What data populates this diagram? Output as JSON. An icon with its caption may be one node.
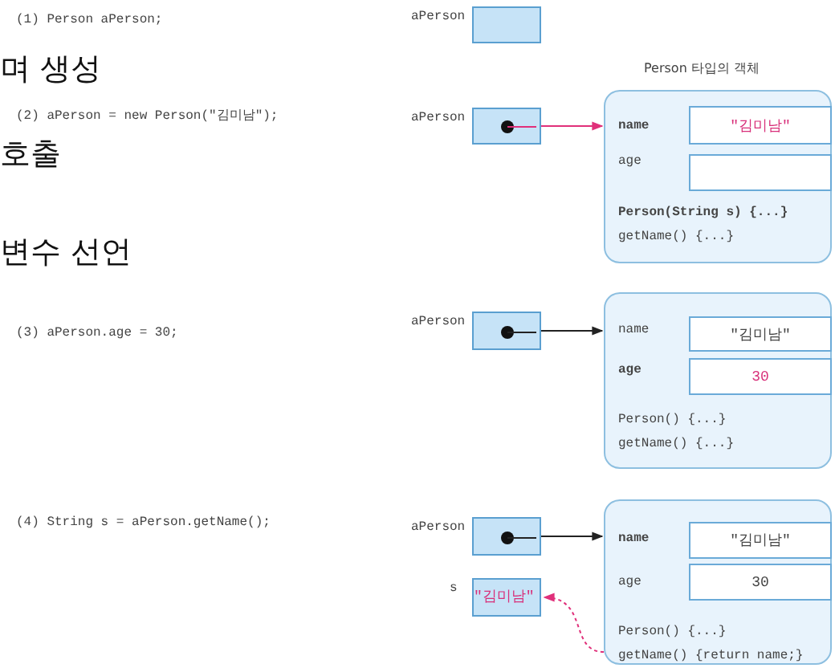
{
  "diagram": {
    "nodes": [
      {
        "text": [],
        "shape": "box",
        "beside": [
          "aPerson"
        ]
      },
      {
        "text": [],
        "shape": "box",
        "beside": [
          "aPerson"
        ]
      },
      {
        "text": [
          "Person 타입의 객체",
          "name",
          "age",
          "Person(String s) {...}",
          "getName() {...}"
        ]
      },
      {
        "text": [
          "\"김미남\""
        ],
        "in": 2
      },
      {
        "text": [],
        "shape": "box",
        "in": 2
      },
      {
        "text": [],
        "shape": "box",
        "beside": [
          "aPerson"
        ]
      },
      {
        "text": [
          "name",
          "age",
          "Person() {...}",
          "getName() {...}"
        ]
      },
      {
        "text": [
          "\"김미남\""
        ],
        "in": 6
      },
      {
        "text": [
          "30"
        ],
        "in": 6
      },
      {
        "text": [],
        "shape": "box",
        "beside": [
          "aPerson"
        ]
      },
      {
        "text": [
          "\"김미남\""
        ],
        "beside": [
          "s"
        ]
      },
      {
        "text": [
          "name",
          "age",
          "Person() {...}",
          "getName() {return name;}"
        ]
      },
      {
        "text": [
          "\"김미남\""
        ],
        "in": 11
      },
      {
        "text": [
          "30"
        ],
        "in": 11
      }
    ],
    "edges": [
      {
        "from": 1,
        "to": 2,
        "arrow": "to",
        "color": "#e0307a"
      },
      {
        "from": 5,
        "to": 6,
        "arrow": "to",
        "color": "#222222"
      },
      {
        "from": 9,
        "to": 11,
        "arrow": "to",
        "color": "#222222"
      },
      {
        "from": 11,
        "to": 10,
        "arrow": "to",
        "style": "dashed",
        "color": "#e0307a"
      }
    ],
    "labels": [
      "(1) Person aPerson;",
      "며 생성",
      "(2) aPerson = new Person(\"김미남\");",
      "호출",
      "변수 선언",
      "(3) aPerson.age = 30;",
      "(4) String s = aPerson.getName();"
    ]
  }
}
